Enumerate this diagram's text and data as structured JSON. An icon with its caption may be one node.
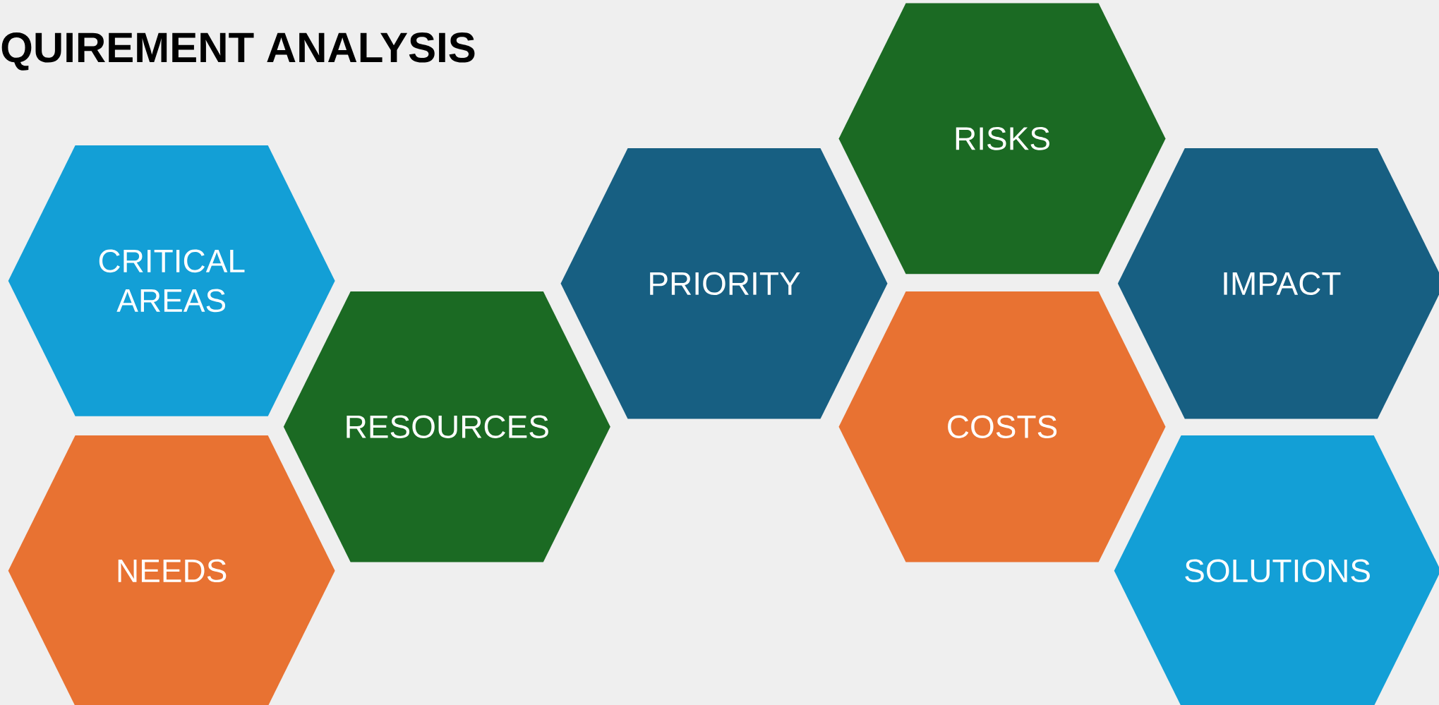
{
  "diagram": {
    "title": "QUIREMENT ANALYSIS",
    "nodes": [
      {
        "text": [
          "CRITICAL AREAS"
        ]
      },
      {
        "text": [
          "RESOURCES"
        ]
      },
      {
        "text": [
          "NEEDS"
        ]
      },
      {
        "text": [
          "PRIORITY"
        ]
      },
      {
        "text": [
          "RISKS"
        ]
      },
      {
        "text": [
          "COSTS"
        ]
      },
      {
        "text": [
          "IMPACT"
        ]
      },
      {
        "text": [
          "SOLUTIONS"
        ]
      }
    ]
  }
}
